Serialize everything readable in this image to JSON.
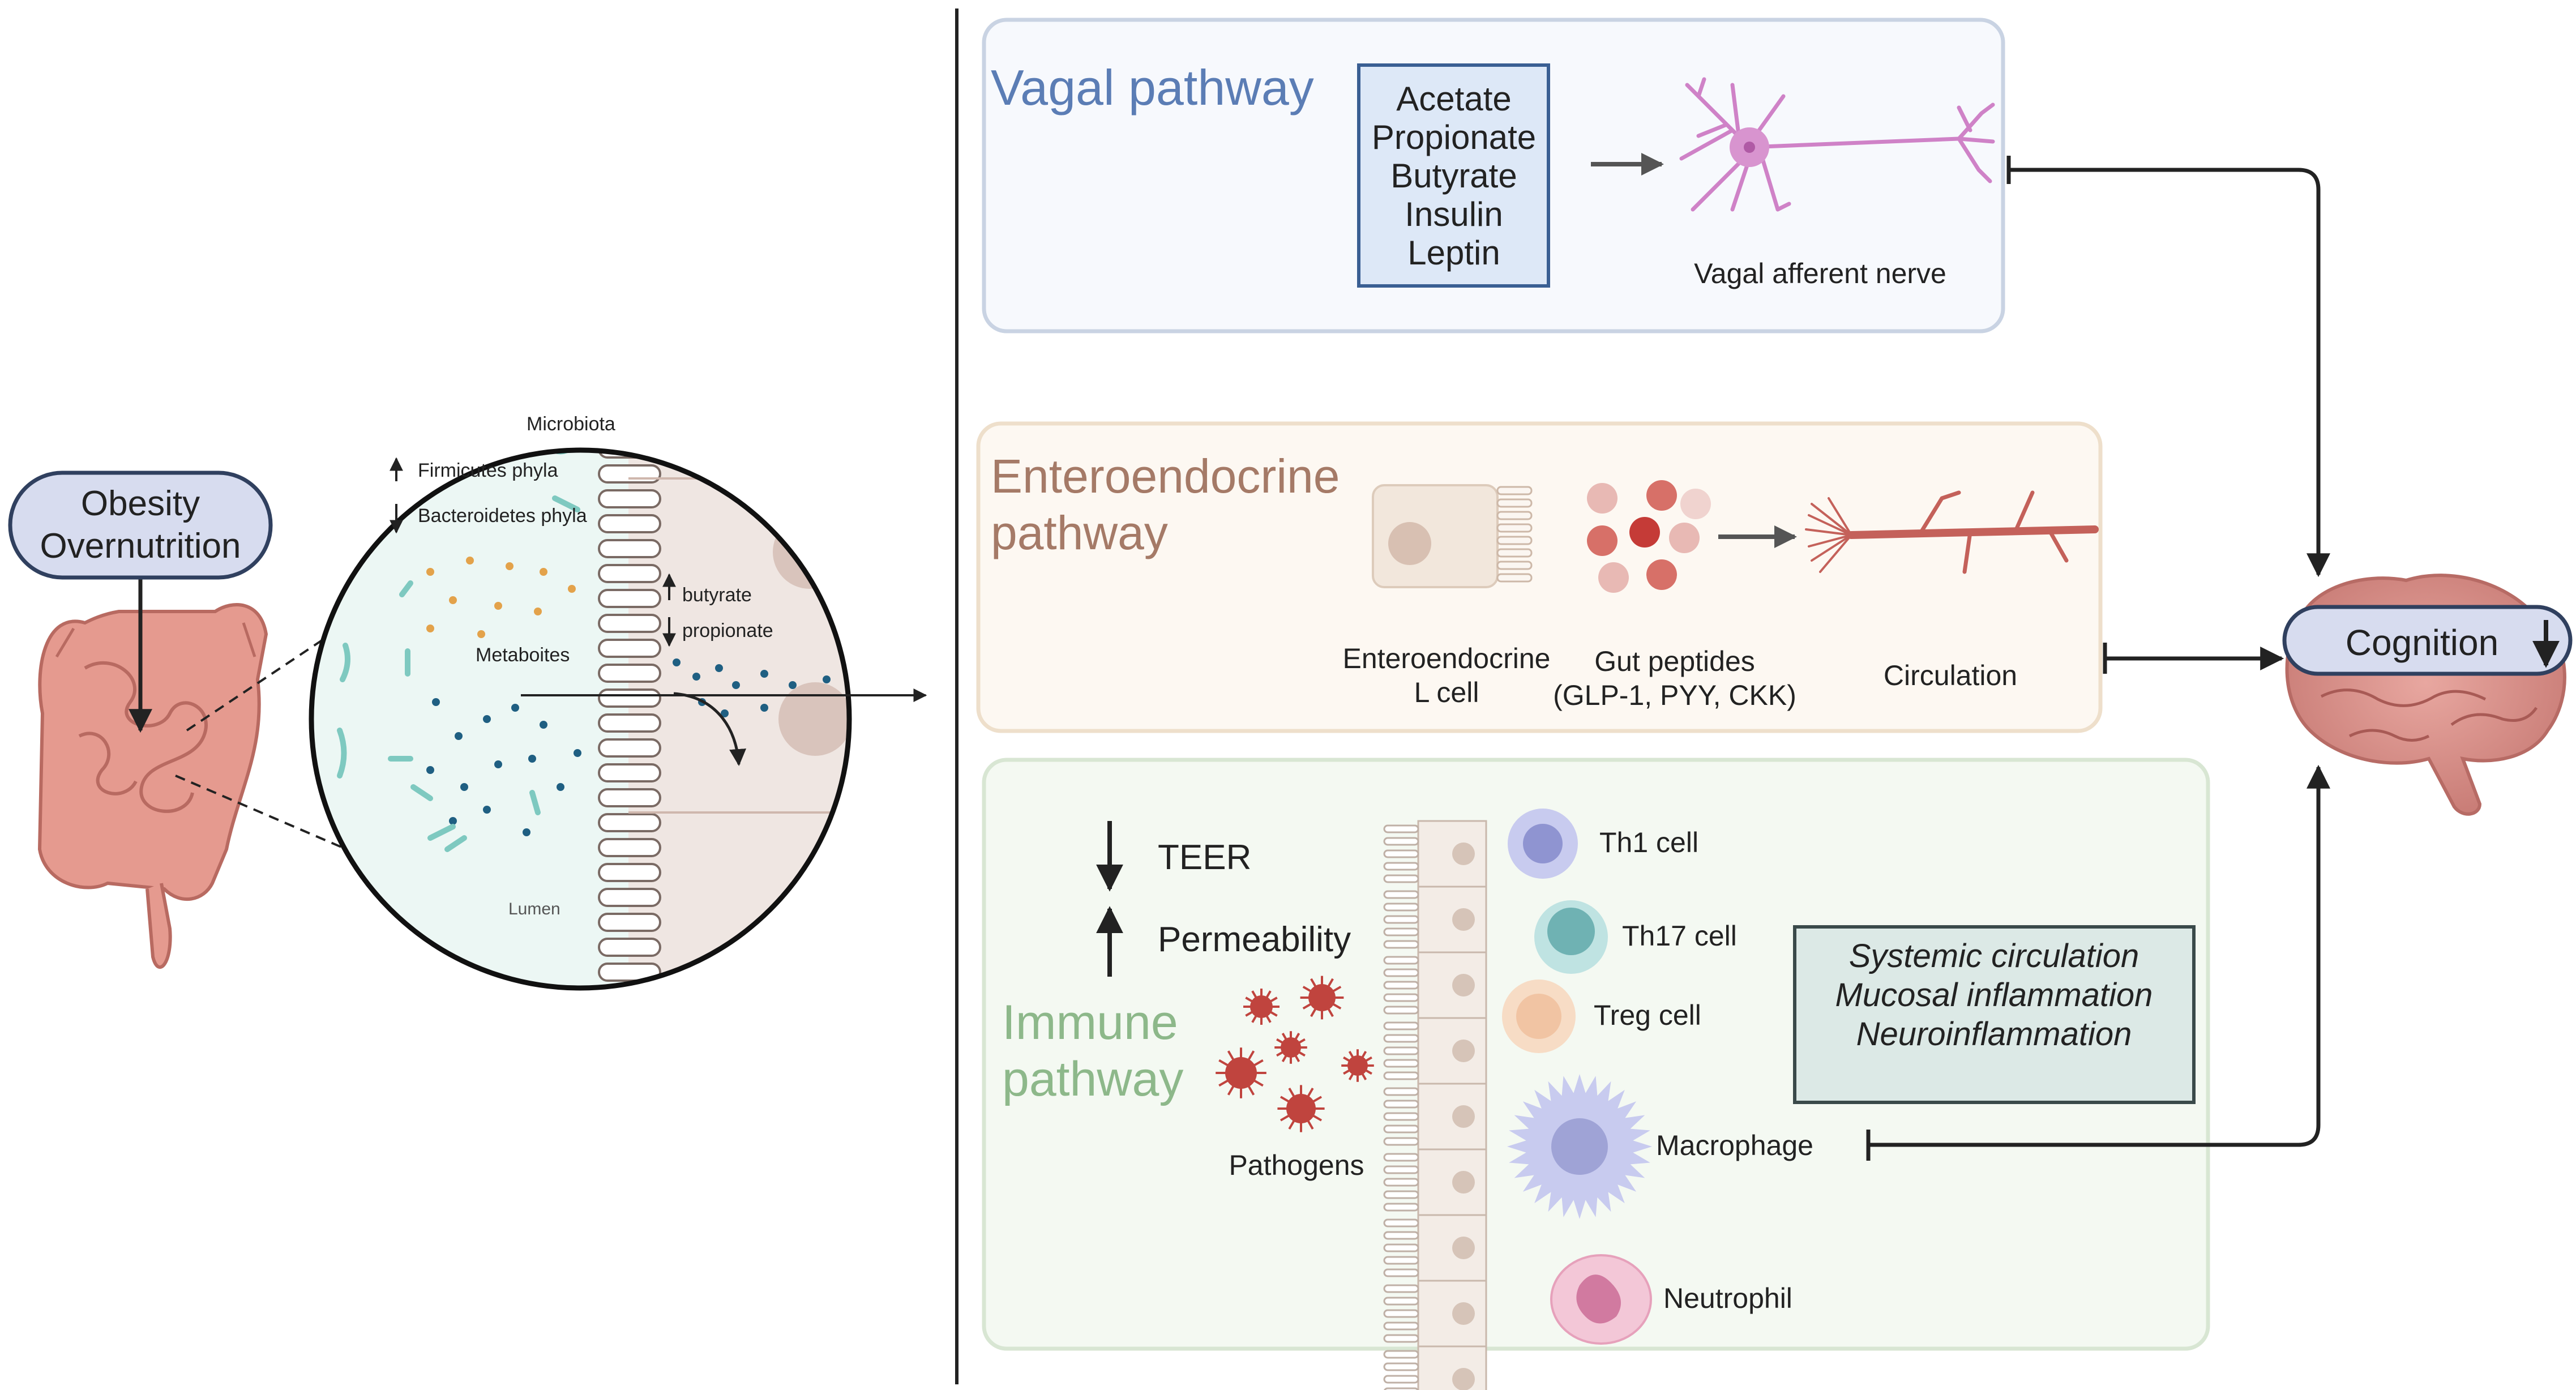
{
  "left": {
    "obesity_line1": "Obesity",
    "obesity_line2": "Overnutrition",
    "microbiota": "Microbiota",
    "firmicutes": "Firmicutes phyla",
    "bacteroidetes": "Bacteroidetes phyla",
    "metabolites": "Metaboites",
    "butyrate": "butyrate",
    "propionate": "propionate",
    "lumen": "Lumen"
  },
  "vagal": {
    "title": "Vagal pathway",
    "items": [
      "Acetate",
      "Propionate",
      "Butyrate",
      "Insulin",
      "Leptin"
    ],
    "nerve_label": "Vagal afferent nerve"
  },
  "enteroendocrine": {
    "title_line1": "Enteroendocrine",
    "title_line2": "pathway",
    "cell_line1": "Enteroendocrine",
    "cell_line2": "L cell",
    "peptides_line1": "Gut peptides",
    "peptides_line2": "(GLP-1, PYY, CKK)",
    "circulation": "Circulation"
  },
  "immune": {
    "title_line1": "Immune",
    "title_line2": "pathway",
    "teer": "TEER",
    "permeability": "Permeability",
    "pathogens": "Pathogens",
    "cells": [
      "Th1 cell",
      "Th17  cell",
      "Treg cell",
      "Macrophage",
      "Neutrophil"
    ],
    "effects": [
      "Systemic circulation",
      "Mucosal inflammation",
      "Neuroinflammation"
    ]
  },
  "cognition": "Cognition",
  "colors": {
    "vagal": "#5b7db5",
    "enteroendocrine": "#a57a67",
    "immune": "#8db88a",
    "nerve": "#c77dc0",
    "cognition_pill": "#d7dcef"
  }
}
